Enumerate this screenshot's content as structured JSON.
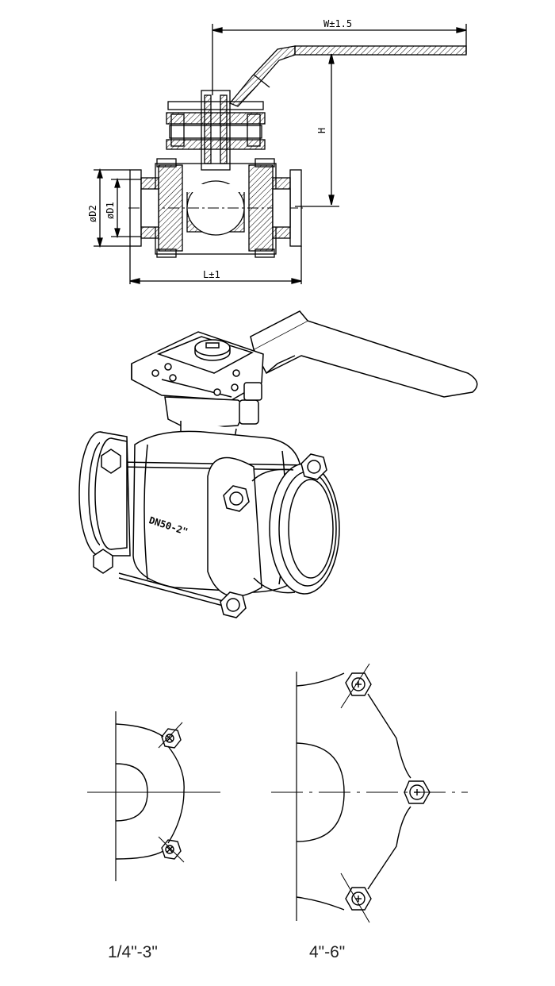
{
  "dimensions": {
    "width": "W±1.5",
    "height": "H",
    "length": "L±1",
    "outer_diameter": "øD2",
    "inner_diameter": "øD1"
  },
  "body_marking": "DN50-2\"",
  "size_ranges": {
    "small": "1/4\"-3\"",
    "large": "4\"-6\""
  },
  "colors": {
    "line": "#000000",
    "background": "#ffffff"
  }
}
